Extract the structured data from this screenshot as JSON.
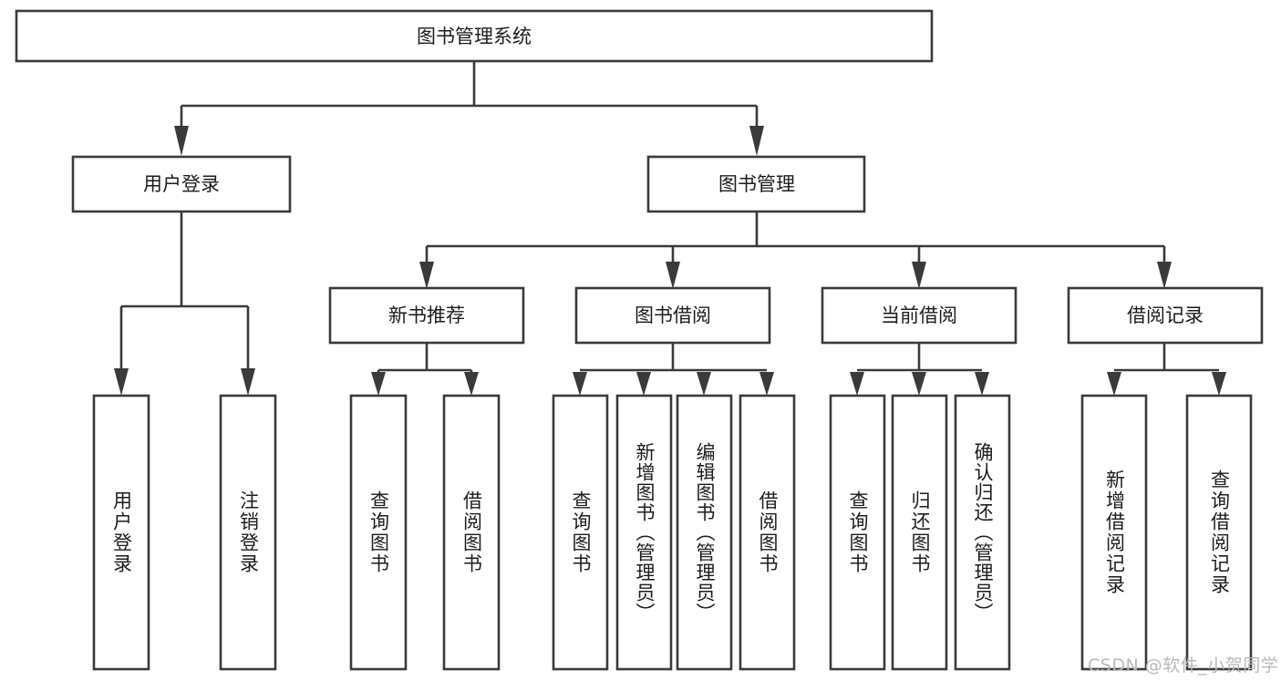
{
  "diagram": {
    "title": "图书管理系统",
    "type": "tree-hierarchy-chart",
    "root": {
      "label": "图书管理系统"
    },
    "level2": [
      {
        "label": "用户登录"
      },
      {
        "label": "图书管理"
      }
    ],
    "level3": [
      {
        "label": "新书推荐",
        "parent": "图书管理"
      },
      {
        "label": "图书借阅",
        "parent": "图书管理"
      },
      {
        "label": "当前借阅",
        "parent": "图书管理"
      },
      {
        "label": "借阅记录",
        "parent": "图书管理"
      }
    ],
    "leaves": {
      "user_login": [
        {
          "label": "用户登录"
        },
        {
          "label": "注销登录"
        }
      ],
      "new_book_recommend": [
        {
          "label": "查询图书"
        },
        {
          "label": "借阅图书"
        }
      ],
      "book_borrow": [
        {
          "label": "查询图书"
        },
        {
          "label": "新增图书（管理员）"
        },
        {
          "label": "编辑图书（管理员）"
        },
        {
          "label": "借阅图书"
        }
      ],
      "current_borrow": [
        {
          "label": "查询图书"
        },
        {
          "label": "归还图书"
        },
        {
          "label": "确认归还（管理员）"
        }
      ],
      "borrow_record": [
        {
          "label": "新增借阅记录"
        },
        {
          "label": "查询借阅记录"
        }
      ]
    }
  },
  "watermark": {
    "text": "CSDN @软件_小贺同学"
  },
  "colors": {
    "stroke": "#3a3a3a",
    "fill": "#ffffff",
    "text": "#1c1c1c",
    "watermark": "#b9b9b9"
  }
}
